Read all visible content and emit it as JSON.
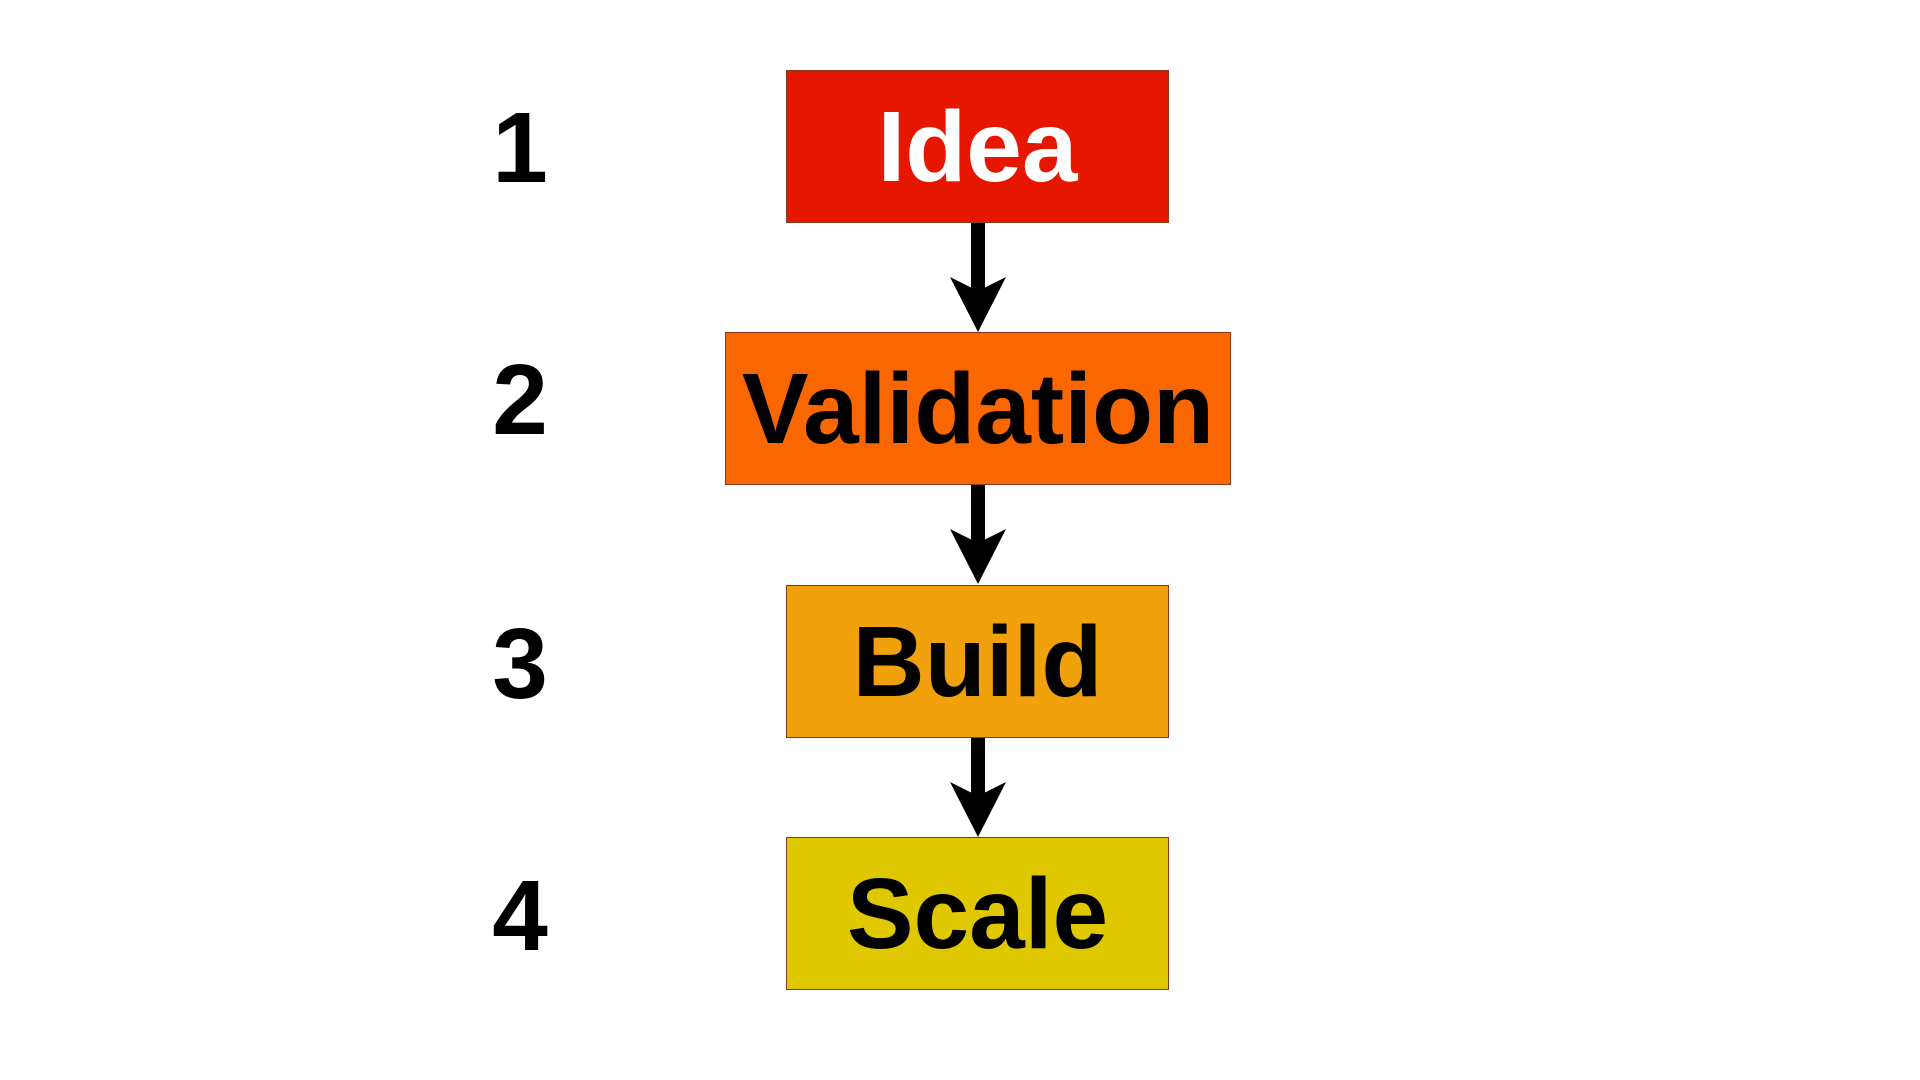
{
  "steps": [
    {
      "number": "1",
      "label": "Idea",
      "fill": "#e61600",
      "text_color": "#ffffff"
    },
    {
      "number": "2",
      "label": "Validation",
      "fill": "#fa6600",
      "text_color": "#000000"
    },
    {
      "number": "3",
      "label": "Build",
      "fill": "#f0a10c",
      "text_color": "#000000"
    },
    {
      "number": "4",
      "label": "Scale",
      "fill": "#e0c800",
      "text_color": "#000000"
    }
  ],
  "arrow_color": "#000000"
}
